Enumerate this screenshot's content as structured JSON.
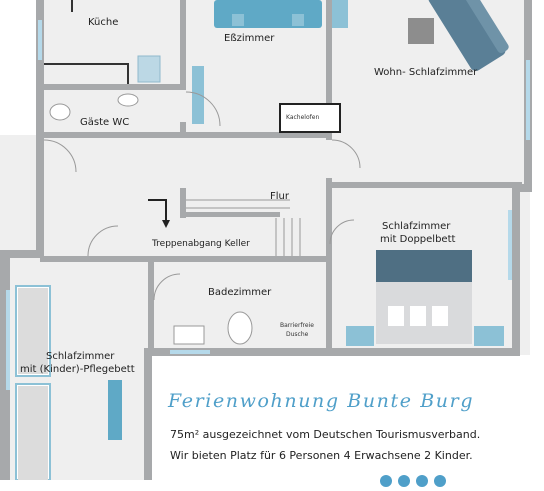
{
  "rooms": {
    "kueche": "Küche",
    "esszimmer": "Eßzimmer",
    "wohn_schlafzimmer": "Wohn- Schlafzimmer",
    "gaeste_wc": "Gäste WC",
    "kachelofen": "Kachelofen",
    "flur": "Flur",
    "treppenabgang": "Treppenabgang Keller",
    "schlafzimmer_doppelbett_1": "Schlafzimmer",
    "schlafzimmer_doppelbett_2": "mit Doppelbett",
    "badezimmer": "Badezimmer",
    "dusche_1": "Barrierfreie",
    "dusche_2": "Dusche",
    "schlafzimmer_kinder_1": "Schlafzimmer",
    "schlafzimmer_kinder_2": "mit (Kinder)-Pflegebett"
  },
  "caption": {
    "title": "Ferienwohnung Bunte Burg",
    "line1": "75m² ausgezeichnet vom Deutschen Tourismusverband.",
    "line2": "Wir bieten Platz für 6 Personen 4 Erwachsene 2 Kinder."
  },
  "colors": {
    "wall": "#a7a9ab",
    "floor": "#eeeeee",
    "furniture": "#5fa9c6",
    "accent": "#4f9fc9"
  }
}
